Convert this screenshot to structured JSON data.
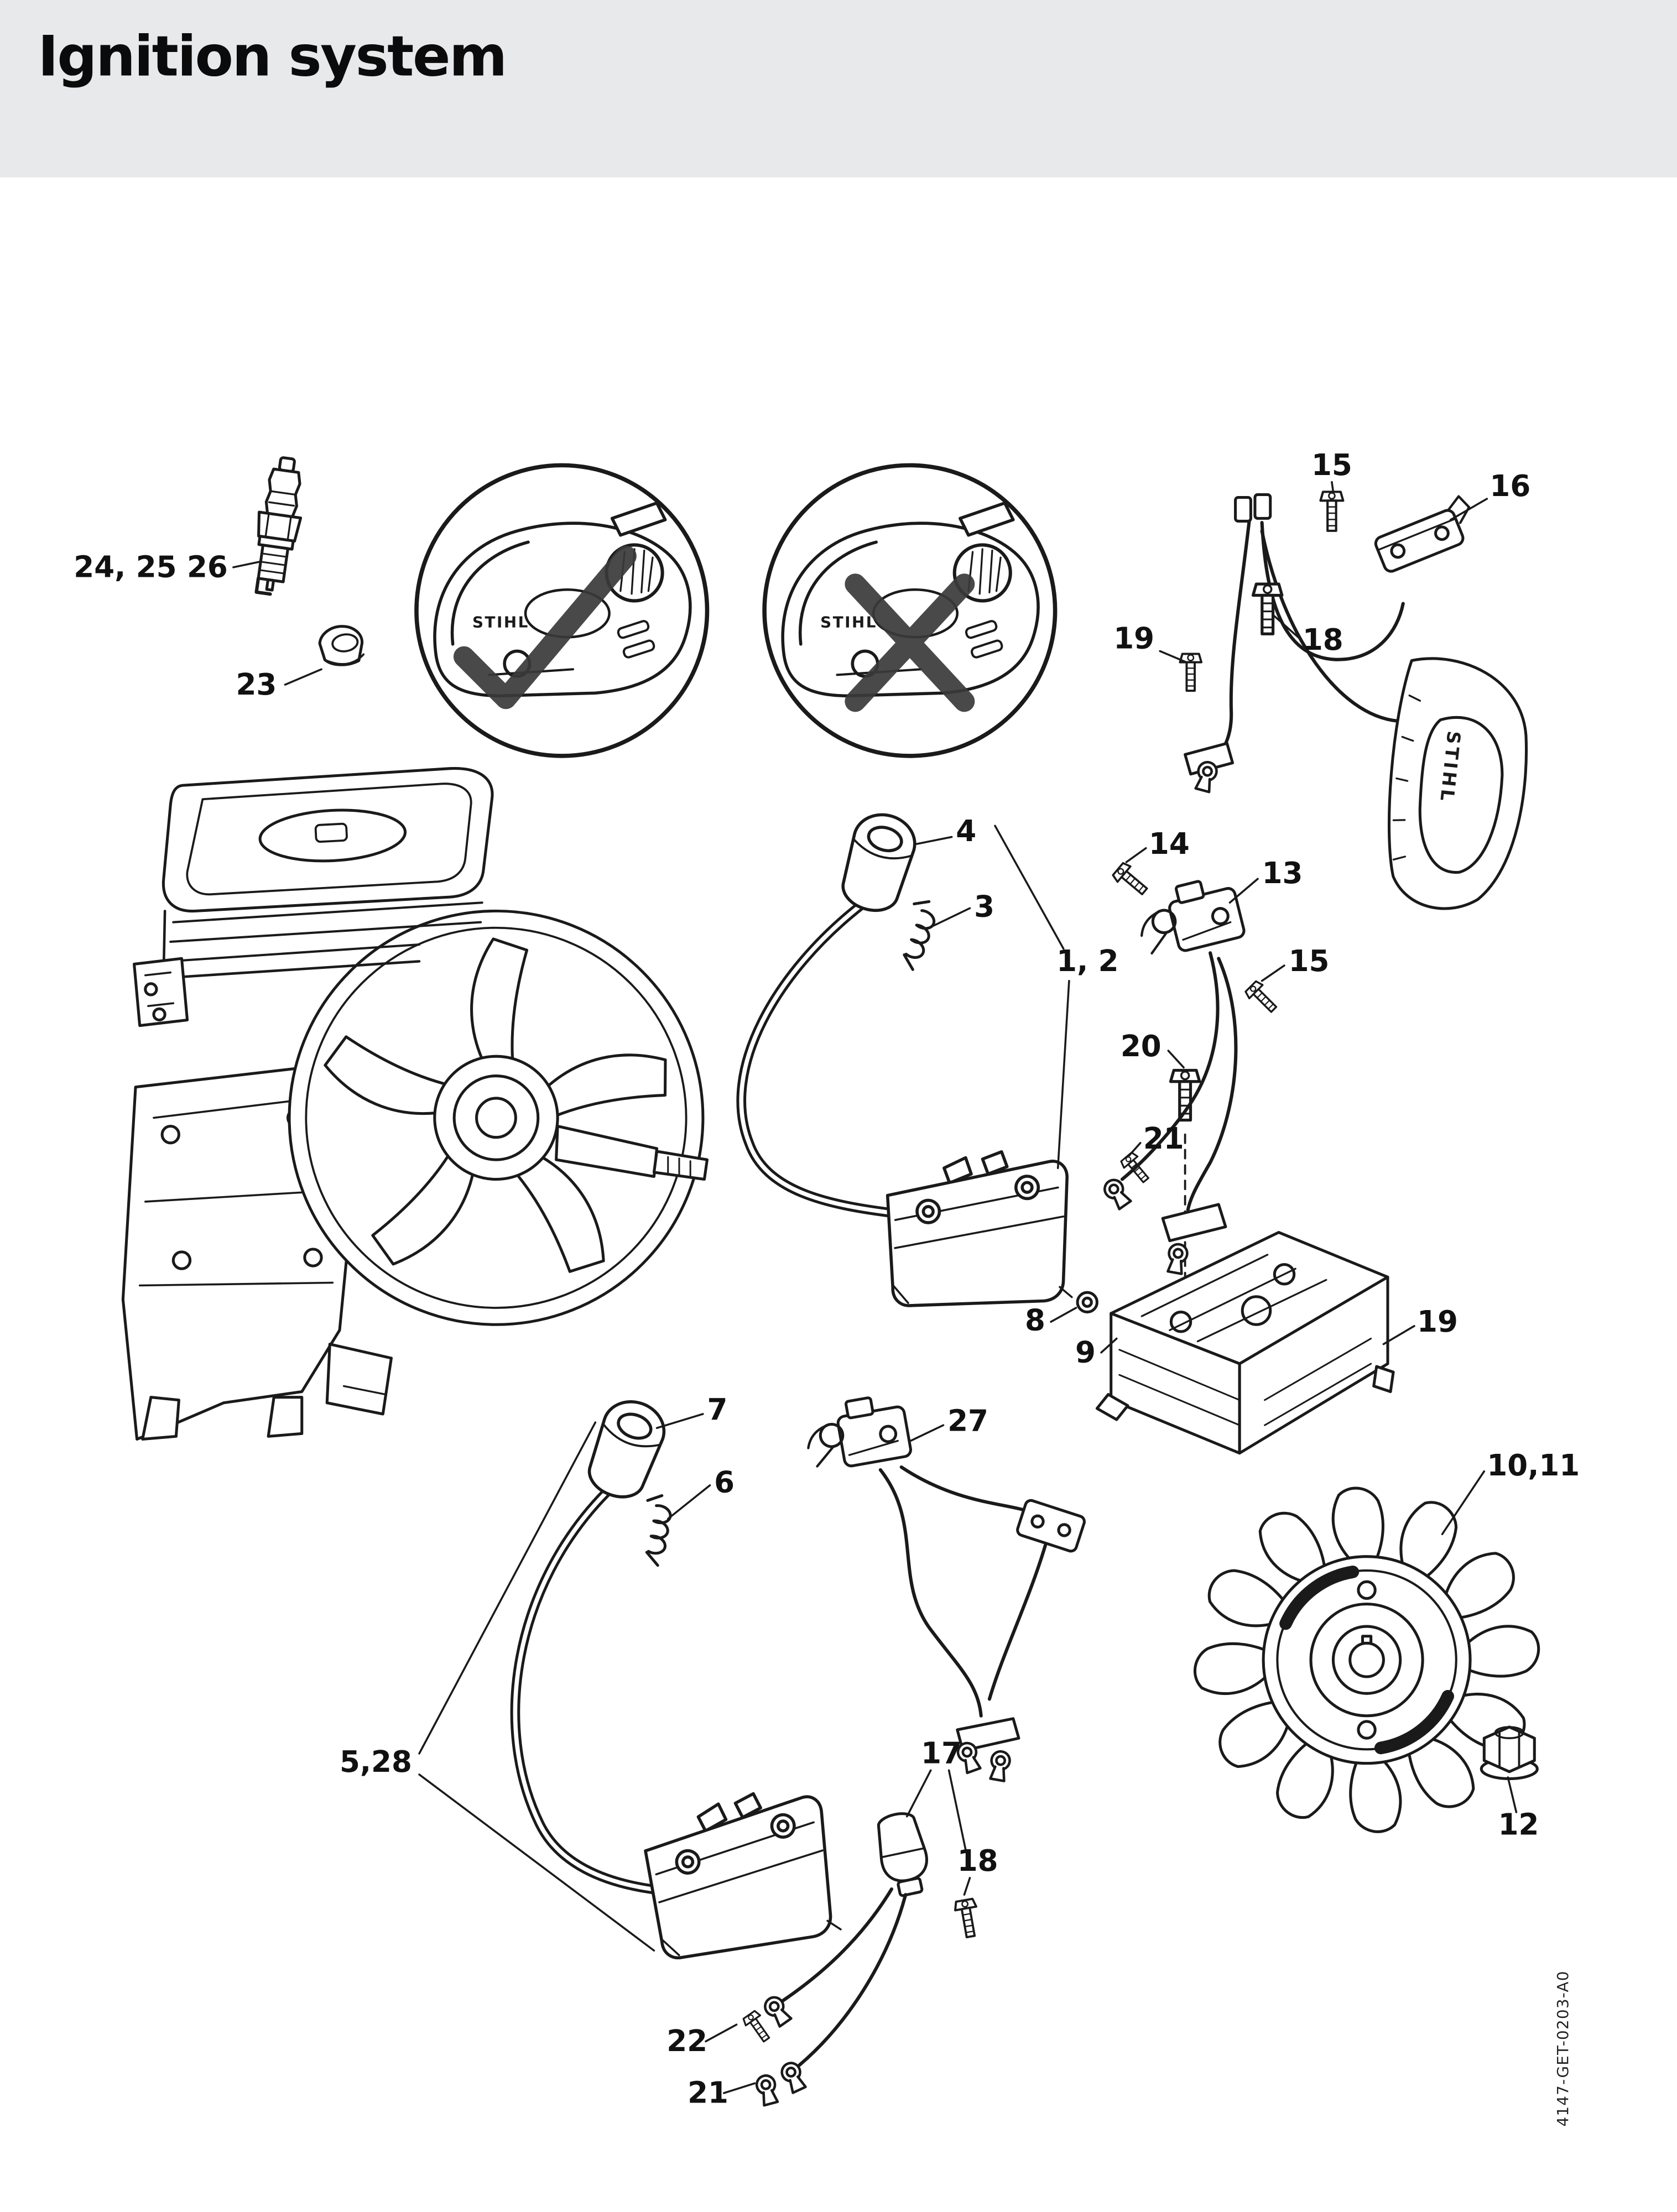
{
  "page": {
    "title": "Ignition system",
    "doc_code": "4147-GET-0203-A0",
    "brand": "STIHL"
  },
  "colors": {
    "paper": "#ffffff",
    "header_bg": "#e7e9eb",
    "ink": "#1a1a1a",
    "stamp_mark": "#3a3a3a"
  },
  "callouts": {
    "c24_25_26": "24, 25 26",
    "c23": "23",
    "c15_top": "15",
    "c16": "16",
    "c18_top": "18",
    "c19_top": "19",
    "c4": "4",
    "c3": "3",
    "c1_2": "1, 2",
    "c14": "14",
    "c13": "13",
    "c15_mid": "15",
    "c20": "20",
    "c21_mid": "21",
    "c8": "8",
    "c9": "9",
    "c19_base": "19",
    "c10_11": "10,11",
    "c7": "7",
    "c6": "6",
    "c5_28": "5,28",
    "c27": "27",
    "c12": "12",
    "c17": "17",
    "c18_low": "18",
    "c22": "22",
    "c21_low": "21"
  }
}
